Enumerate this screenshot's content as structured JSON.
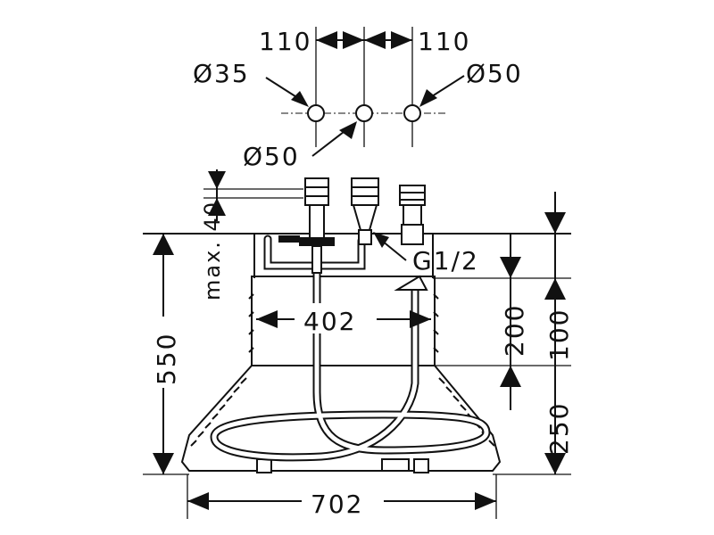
{
  "top_view": {
    "spacing_left": "110",
    "spacing_right": "110",
    "hole_left_diameter": "Ø35",
    "hole_right_diameter": "Ø50",
    "hole_center_diameter": "Ø50"
  },
  "side_view": {
    "max_label": "max. 40",
    "thread": "G1/2",
    "inner_width": "402",
    "total_height": "550",
    "upper_height_200": "200",
    "upper_height_100": "100",
    "lower_height": "250",
    "base_width": "702"
  }
}
